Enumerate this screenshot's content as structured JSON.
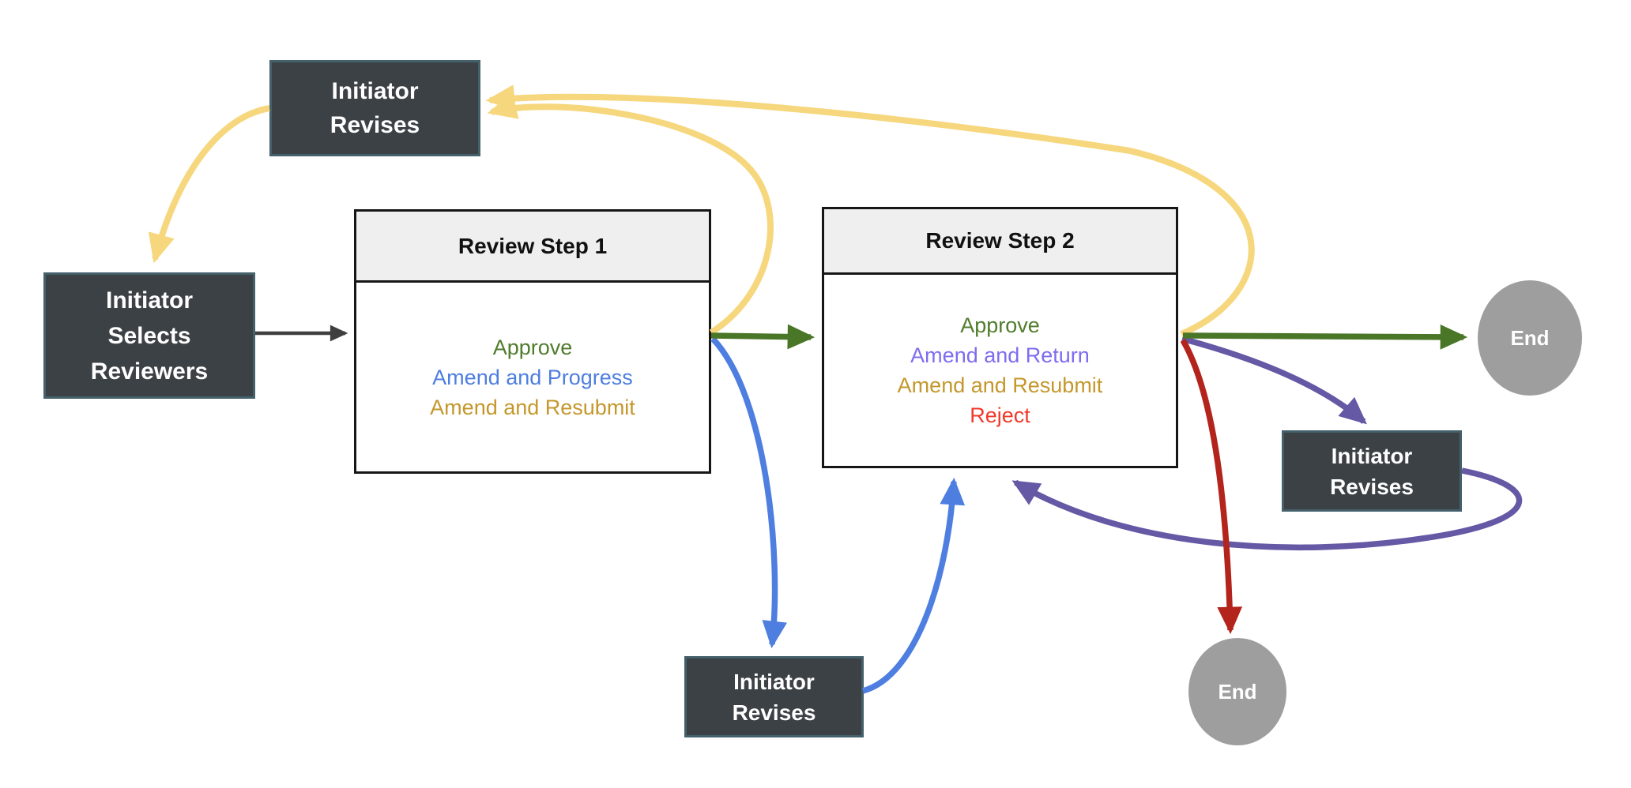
{
  "colors": {
    "background": "#FFFFFF",
    "yellow_arrow": "#F6D77D",
    "green_arrow": "#4A7628",
    "blue_arrow": "#4D7EE0",
    "purple_arrow": "#6558A4",
    "red_arrow": "#B3241C",
    "black_arrow": "#3F3F3F",
    "dark_box_bg": "#3C4145",
    "dark_box_border": "#44606B",
    "dark_box_text": "#FFFFFF",
    "review_header_bg": "#EFEFEF",
    "review_box_border": "#161616",
    "review_title_text": "#111111",
    "end_circle_bg": "#9E9E9E",
    "end_circle_text": "#FFFFFF"
  },
  "nodes": {
    "initiator_revises_top": {
      "lines": [
        "Initiator",
        "Revises"
      ]
    },
    "initiator_selects_reviewers": {
      "lines": [
        "Initiator",
        "Selects",
        "Reviewers"
      ]
    },
    "review_step_1": {
      "title": "Review Step 1",
      "options": [
        {
          "label": "Approve",
          "color": "#507C2C"
        },
        {
          "label": "Amend and Progress",
          "color": "#4D7EE0"
        },
        {
          "label": "Amend and Resubmit",
          "color": "#C4972B"
        }
      ]
    },
    "review_step_2": {
      "title": "Review Step 2",
      "options": [
        {
          "label": "Approve",
          "color": "#507C2C"
        },
        {
          "label": "Amend and Return",
          "color": "#7D6CF0"
        },
        {
          "label": "Amend and Resubmit",
          "color": "#C4972B"
        },
        {
          "label": "Reject",
          "color": "#F0392B"
        }
      ]
    },
    "initiator_revises_bottom": {
      "lines": [
        "Initiator",
        "Revises"
      ]
    },
    "initiator_revises_right": {
      "lines": [
        "Initiator",
        "Revises"
      ]
    },
    "end_top": {
      "label": "End"
    },
    "end_bottom": {
      "label": "End"
    }
  },
  "edges": [
    {
      "name": "revises-top-to-selects",
      "color_key": "yellow_arrow"
    },
    {
      "name": "selects-to-review1",
      "color_key": "black_arrow"
    },
    {
      "name": "review1-approve-to-review2",
      "color_key": "green_arrow"
    },
    {
      "name": "review1-resubmit-to-revises-top",
      "color_key": "yellow_arrow"
    },
    {
      "name": "review2-resubmit-to-revises-top",
      "color_key": "yellow_arrow"
    },
    {
      "name": "review1-progress-to-revises-bottom",
      "color_key": "blue_arrow"
    },
    {
      "name": "revises-bottom-to-review2",
      "color_key": "blue_arrow"
    },
    {
      "name": "review2-return-to-revises-right",
      "color_key": "purple_arrow"
    },
    {
      "name": "revises-right-to-review2",
      "color_key": "purple_arrow"
    },
    {
      "name": "review2-reject-to-end",
      "color_key": "red_arrow"
    },
    {
      "name": "review2-approve-to-end",
      "color_key": "green_arrow"
    }
  ]
}
